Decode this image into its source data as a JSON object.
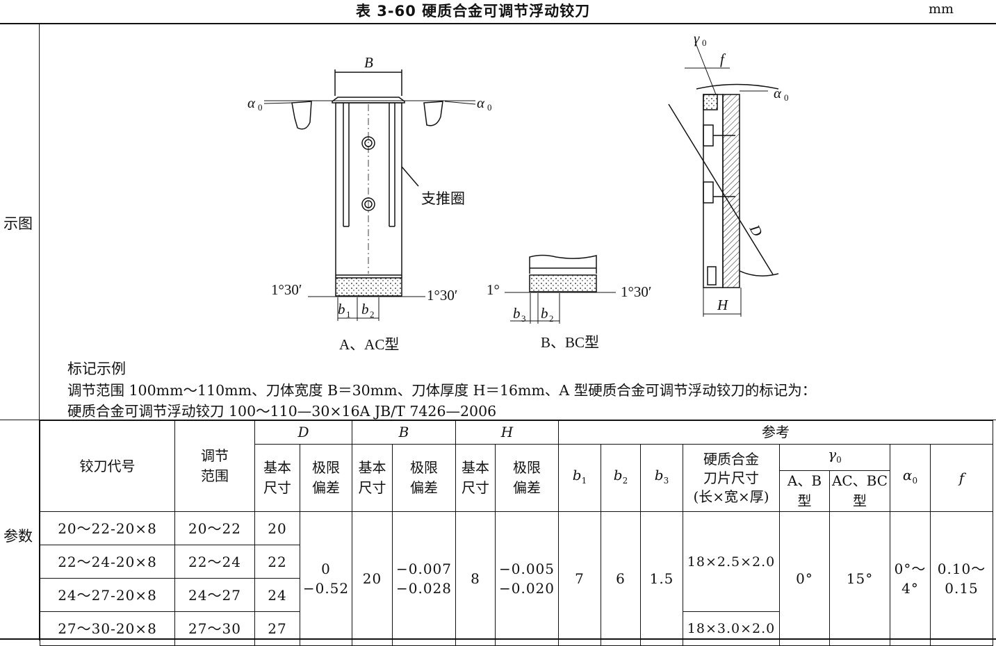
{
  "caption": {
    "title": "表 3-60    硬质合金可调节浮动铰刀",
    "unit": "mm"
  },
  "sections": {
    "figure_label": "示图",
    "params_label": "参数"
  },
  "figure": {
    "dim_B": "B",
    "alpha0": "α",
    "alpha_sub": "0",
    "gamma0": "γ",
    "gamma_sub": "0",
    "f": "f",
    "support_ring": "支推圈",
    "angle_1_30_left": "1°30′",
    "angle_1_30_right": "1°30′",
    "angle_1_left": "1°",
    "angle_1_30_right2": "1°30′",
    "b1": "b",
    "b1_sub": "1",
    "b2": "b",
    "b2_sub": "2",
    "b3": "b",
    "b3_sub": "3",
    "D": "D",
    "H": "H",
    "caption_A": "A、AC型",
    "caption_B": "B、BC型"
  },
  "marking": {
    "heading": "标记示例",
    "line1": "调节范围 100mm～110mm、刀体宽度 B＝30mm、刀体厚度 H＝16mm、A 型硬质合金可调节浮动铰刀的标记为：",
    "line2": "硬质合金可调节浮动铰刀   100～110—30×16A   JB/T 7426—2006"
  },
  "table": {
    "headers": {
      "code": "铰刀代号",
      "range": "调节\n范围",
      "D": "D",
      "B": "B",
      "H": "H",
      "ref": "参考",
      "basic": "基本\n尺寸",
      "tol": "极限\n偏差",
      "b1": "b",
      "b1_sub": "1",
      "b2": "b",
      "b2_sub": "2",
      "b3": "b",
      "b3_sub": "3",
      "insert": "硬质合金\n刀片尺寸\n(长×宽×厚)",
      "gamma0": "γ",
      "gamma_sub": "0",
      "gamma_AB": "A、B\n型",
      "gamma_ACBC": "AC、BC\n型",
      "alpha0": "α",
      "alpha_sub": "0",
      "f": "f"
    },
    "rows": [
      {
        "code": "20～22-20×8",
        "range": "20～22",
        "D": "20"
      },
      {
        "code": "22～24-20×8",
        "range": "22～24",
        "D": "22"
      },
      {
        "code": "24～27-20×8",
        "range": "24～27",
        "D": "24"
      },
      {
        "code": "27～30-20×8",
        "range": "27～30",
        "D": "27"
      }
    ],
    "shared": {
      "D_tol": "0\n−0.52",
      "B_basic": "20",
      "B_tol": "−0.007\n−0.028",
      "H_basic": "8",
      "H_tol": "−0.005\n−0.020",
      "b1": "7",
      "b2": "6",
      "b3": "1.5",
      "insert_1": "18×2.5×2.0",
      "insert_2": "18×3.0×2.0",
      "gamma_AB": "0°",
      "gamma_ACBC": "15°",
      "alpha0": "0°～\n4°",
      "f": "0.10～\n0.15"
    }
  }
}
